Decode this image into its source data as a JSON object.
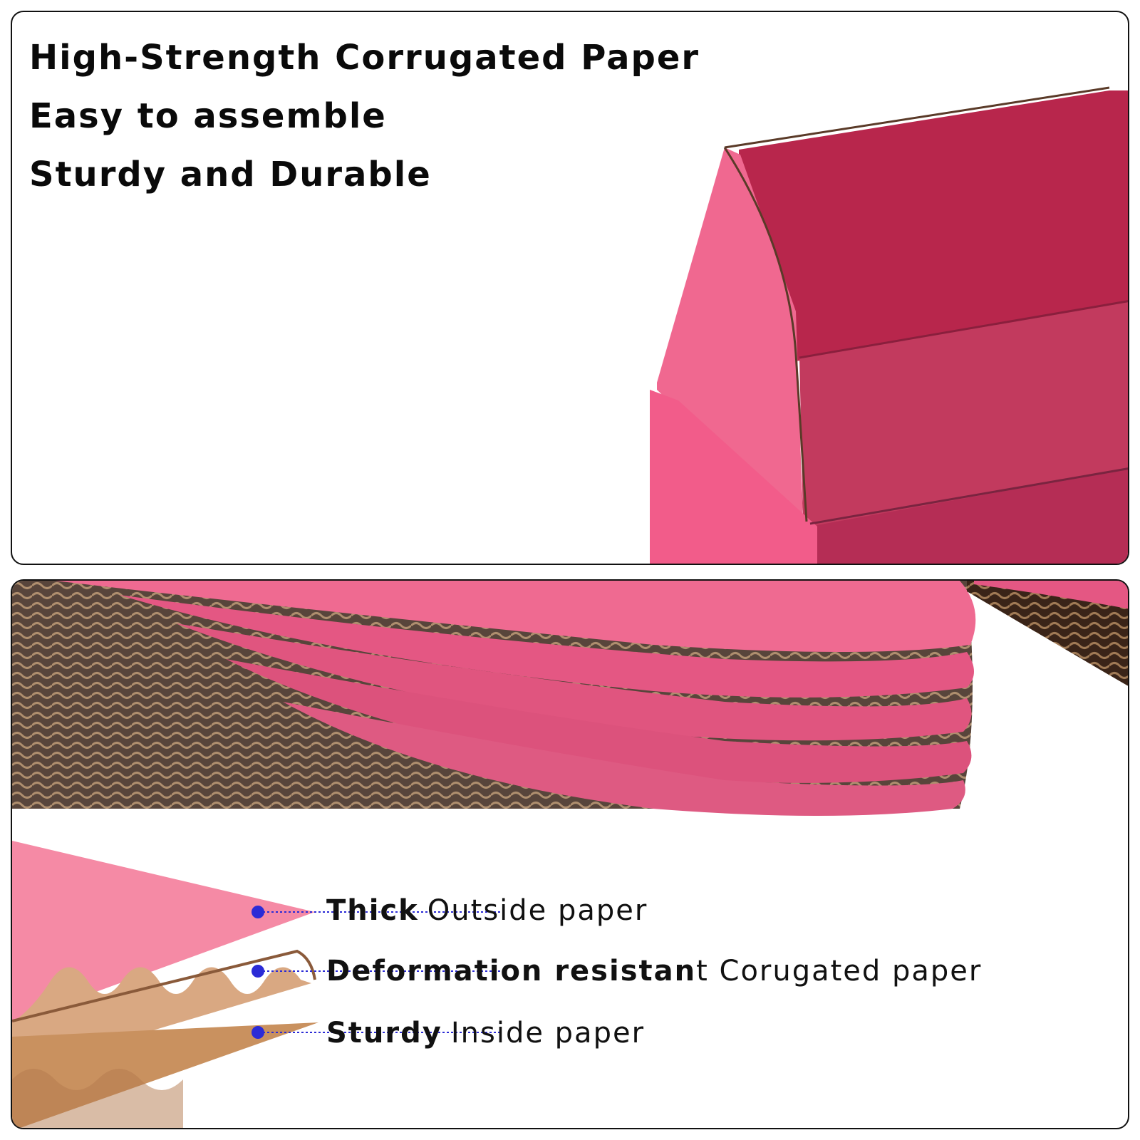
{
  "headlines": [
    "High-Strength Corrugated Paper",
    "Easy to assemble",
    "Sturdy and Durable"
  ],
  "layers": [
    {
      "bold": "Thick",
      "rest": "Outside paper"
    },
    {
      "bold": "Deformation resistan",
      "rest": "t Corugated paper"
    },
    {
      "bold": "Sturdy",
      "rest": "Inside paper"
    }
  ],
  "colors": {
    "box_outer_pink": "#f2658e",
    "box_inner_magenta": "#b82a52",
    "kraft_brown": "#c99a6e",
    "flute_edge": "#6b4a35",
    "marker_blue": "#2b2bd6"
  },
  "illustrations": {
    "top": "pink-mailer-box-corner-photo",
    "bottom_stack": "stack-of-pink-corrugated-sheets",
    "bottom_diagram": "corrugated-layers-diagram"
  }
}
